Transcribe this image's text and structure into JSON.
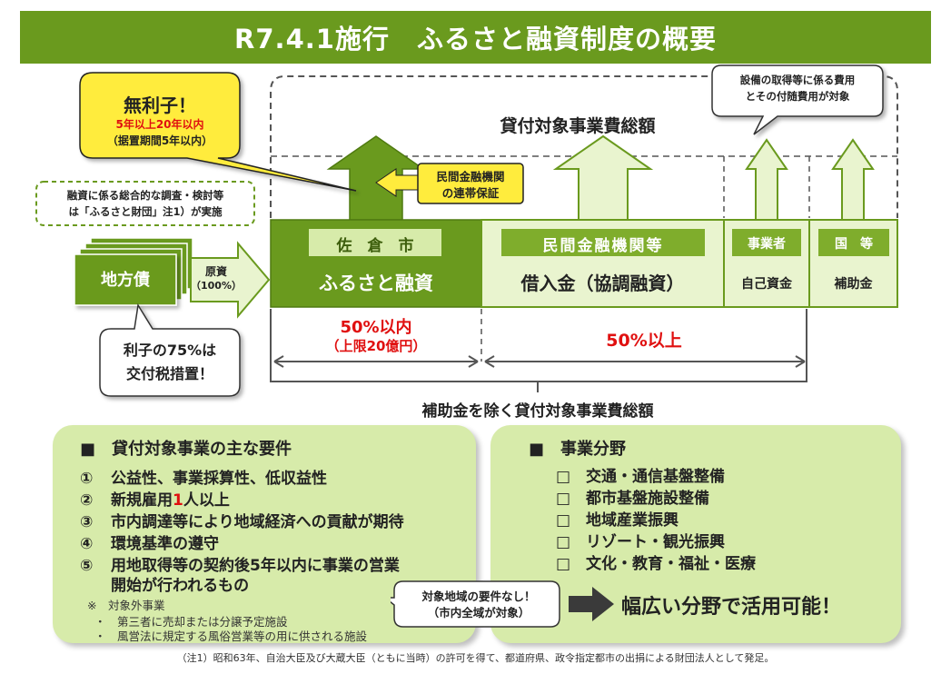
{
  "title": "R7.4.1施行　ふるさと融資制度の概要",
  "callouts": {
    "interest_free_title": "無利子！",
    "interest_free_term": "5年以上20年以内",
    "interest_free_grace": "（据置期間5年以内）",
    "survey_line1": "融資に係る総合的な調査・検討等",
    "survey_line2": "は「ふるさと財団」注1）が実施",
    "equipment_line1": "設備の取得等に係る費用",
    "equipment_line2": "とその付随費用が対象",
    "guarantee_line1": "民間金融機関",
    "guarantee_line2": "の連帯保証",
    "interest_75_line1": "利子の75%は",
    "interest_75_line2": "交付税措置！",
    "no_area_line1": "対象地域の要件なし！",
    "no_area_line2": "（市内全域が対象）"
  },
  "flow": {
    "local_bond": "地方債",
    "source_label": "原資",
    "source_pct": "（100%）",
    "total_label": "貸付対象事業費総額",
    "sakura_city": "佐　倉　市",
    "furusato_loan": "ふるさと融資",
    "private_bank": "民間金融機関等",
    "borrowing": "借入金（協調融資）",
    "business_operator": "事業者",
    "own_funds": "自己資金",
    "national": "国　等",
    "subsidy": "補助金",
    "pct_within": "50%以内",
    "cap": "（上限20億円）",
    "pct_over": "50%以上",
    "excluding_subsidy": "補助金を除く貸付対象事業費総額"
  },
  "requirements": {
    "heading": "■　貸付対象事業の主な要件",
    "items": [
      {
        "num": "①",
        "text": "公益性、事業採算性、低収益性"
      },
      {
        "num": "②",
        "pre": "新規雇用",
        "red": "1",
        "post": "人以上"
      },
      {
        "num": "③",
        "text": "市内調達等により地域経済への貢献が期待"
      },
      {
        "num": "④",
        "text": "環境基準の遵守"
      },
      {
        "num": "⑤",
        "text": "用地取得等の契約後5年以内に事業の営業"
      }
    ],
    "item5_cont": "開始が行われるもの",
    "excluded_heading": "※　対象外事業",
    "excluded": [
      "・　第三者に売却または分譲予定施設",
      "・　風営法に規定する風俗営業等の用に供される施設"
    ]
  },
  "fields": {
    "heading": "■　事業分野",
    "items": [
      "□　交通・通信基盤整備",
      "□　都市基盤施設整備",
      "□　地域産業振興",
      "□　リゾート・観光振興",
      "□　文化・教育・福祉・医療"
    ],
    "conclusion": "幅広い分野で活用可能！"
  },
  "footnote": "（注1）昭和63年、自治大臣及び大蔵大臣（ともに当時）の許可を得て、都道府県、政令指定都市の出捐による財団法人として発足。",
  "colors": {
    "dark_green": "#6a9a1e",
    "light_green": "#d7ebaa",
    "pale_green": "#e9f4cf",
    "red": "#e01010",
    "yellow": "#ffec3d"
  }
}
